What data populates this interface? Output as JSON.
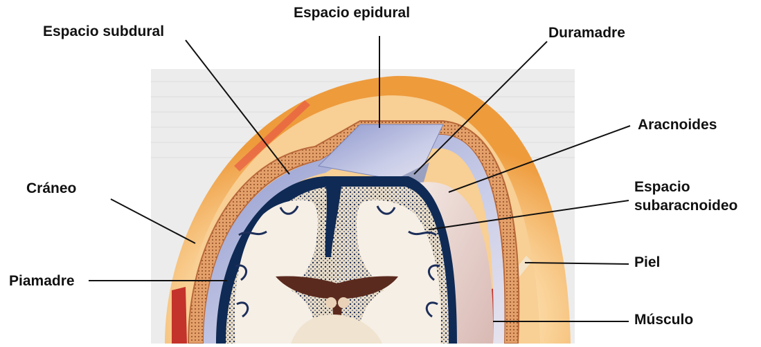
{
  "labels": {
    "espacio_epidural": "Espacio epidural",
    "espacio_subdural": "Espacio subdural",
    "duramadre": "Duramadre",
    "aracnoides": "Aracnoides",
    "espacio_subaracnoideo_line1": "Espacio",
    "espacio_subaracnoideo_line2": "subaracnoideo",
    "craneo": "Cráneo",
    "piel": "Piel",
    "piamadre": "Piamadre",
    "musculo": "Músculo"
  },
  "colors": {
    "skin_outer": "#f0a84a",
    "skin_inner": "#f7c98a",
    "skull": "#d9894e",
    "dura": "#b9c3dd",
    "subdural_dark": "#0f2a55",
    "brain_white": "#f6efe6",
    "cortex_gray": "#1d2f5a",
    "ventricle": "#5b2a1e",
    "muscle": "#c3322b",
    "background_panel": "#ebebeb"
  }
}
